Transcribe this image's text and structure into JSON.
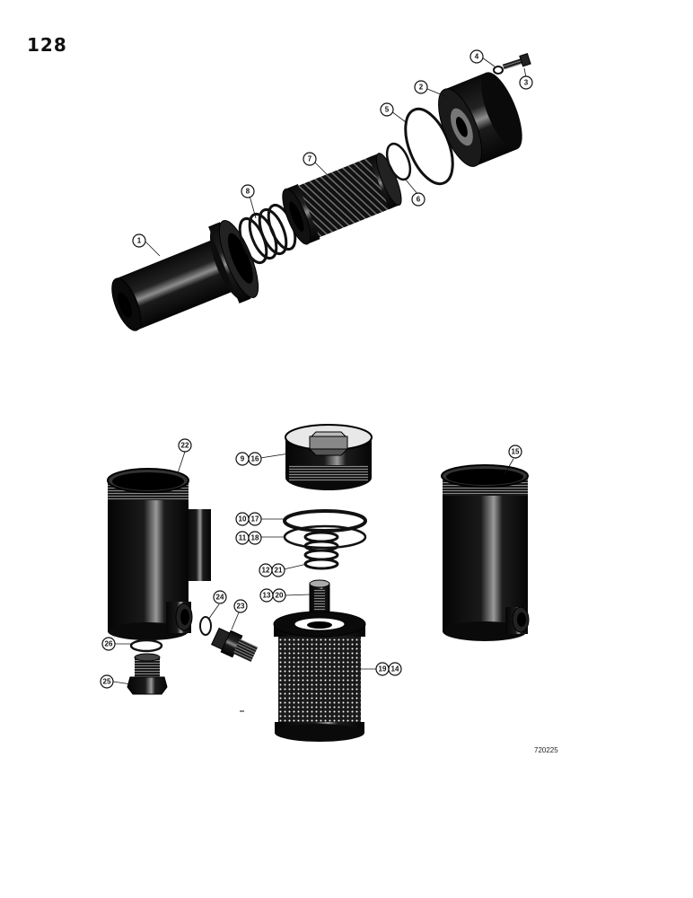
{
  "page_number": "128",
  "figure_code": "720225",
  "callouts": {
    "c1": "1",
    "c2": "2",
    "c3": "3",
    "c4": "4",
    "c5": "5",
    "c6": "6",
    "c7": "7",
    "c8": "8",
    "c9": "9",
    "c16": "16",
    "c10": "10",
    "c17": "17",
    "c11": "11",
    "c18": "18",
    "c12": "12",
    "c21": "21",
    "c13": "13",
    "c20": "20",
    "c19": "19",
    "c14": "14",
    "c15": "15",
    "c22": "22",
    "c23": "23",
    "c24": "24",
    "c25": "25",
    "c26": "26"
  },
  "colors": {
    "ink": "#111111",
    "paper": "#ffffff"
  }
}
